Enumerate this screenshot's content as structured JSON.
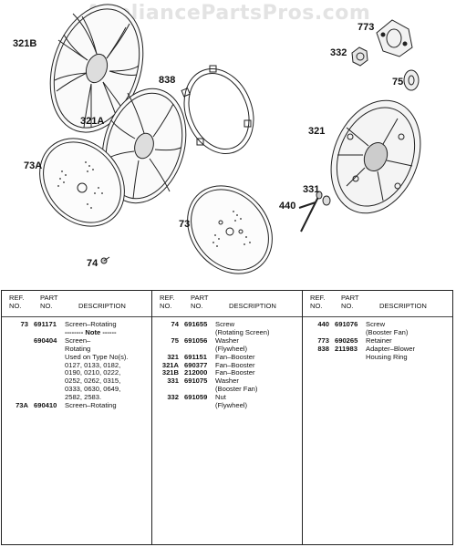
{
  "watermark": "AppliancePartsPros.com",
  "callouts": {
    "c321B": "321B",
    "c838": "838",
    "c773": "773",
    "c332": "332",
    "c75": "75",
    "c321A": "321A",
    "c321": "321",
    "c73A": "73A",
    "c331": "331",
    "c440": "440",
    "c73": "73",
    "c74": "74"
  },
  "table": {
    "headers": {
      "ref": "REF.\nNO.",
      "part": "PART\nNO.",
      "desc": "DESCRIPTION"
    },
    "col1": [
      {
        "ref": "73",
        "part": "691171",
        "desc": "Screen–Rotating"
      },
      {
        "ref": "",
        "part": "",
        "desc": "-------- Note ------",
        "note": true
      },
      {
        "ref": "",
        "part": "690404",
        "desc": "Screen–\nRotating\nUsed on Type No(s).\n0127, 0133, 0182,\n0190, 0210, 0222,\n0252, 0262, 0315,\n0333, 0630, 0649,\n2582, 2583."
      },
      {
        "ref": "73A",
        "part": "690410",
        "desc": "Screen–Rotating"
      }
    ],
    "col2": [
      {
        "ref": "74",
        "part": "691655",
        "desc": "Screw\n(Rotating Screen)"
      },
      {
        "ref": "75",
        "part": "691056",
        "desc": "Washer\n(Flywheel)"
      },
      {
        "ref": "321",
        "part": "691151",
        "desc": "Fan–Booster"
      },
      {
        "ref": "321A",
        "part": "690377",
        "desc": "Fan–Booster"
      },
      {
        "ref": "321B",
        "part": "212000",
        "desc": "Fan–Booster"
      },
      {
        "ref": "331",
        "part": "691075",
        "desc": "Washer\n(Booster Fan)"
      },
      {
        "ref": "332",
        "part": "691059",
        "desc": "Nut\n(Flywheel)"
      }
    ],
    "col3": [
      {
        "ref": "440",
        "part": "691076",
        "desc": "Screw\n(Booster Fan)"
      },
      {
        "ref": "773",
        "part": "690265",
        "desc": "Retainer"
      },
      {
        "ref": "838",
        "part": "211983",
        "desc": "Adapter–Blower\nHousing Ring"
      }
    ]
  }
}
